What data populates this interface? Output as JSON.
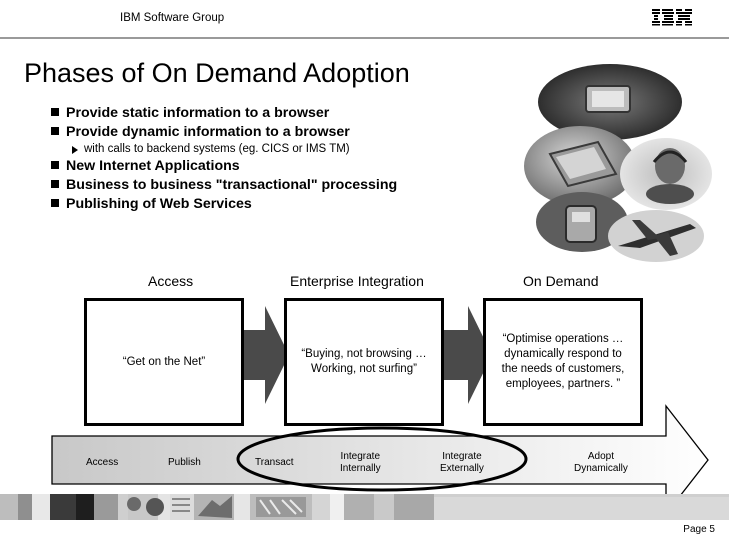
{
  "header": {
    "group": "IBM Software Group",
    "logo": "IBM"
  },
  "title": "Phases of On Demand Adoption",
  "bullets": [
    "Provide static information to a browser",
    "Provide dynamic information to a browser",
    "New Internet Applications",
    "Business to business \"transactional\" processing",
    "Publishing of Web Services"
  ],
  "sub_bullet": "with calls to backend systems (eg. CICS or IMS TM)",
  "phases": {
    "labels": [
      "Access",
      "Enterprise Integration",
      "On Demand"
    ],
    "box1": [
      "“Get on the Net”"
    ],
    "box2": [
      "“Buying, not browsing …",
      "Working, not surfing”"
    ],
    "box3": [
      "“Optimise operations …",
      "dynamically respond to",
      "the needs of customers,",
      "employees, partners. ”"
    ]
  },
  "steps": [
    [
      "Access"
    ],
    [
      "Publish"
    ],
    [
      "Transact"
    ],
    [
      "Integrate",
      "Internally"
    ],
    [
      "Integrate",
      "Externally"
    ],
    [
      "Adopt",
      "Dynamically"
    ]
  ],
  "footer": {
    "page": "Page 5"
  },
  "colors": {
    "arrow_fill": "#4a4a4a",
    "rule": "#9a9a9a"
  }
}
